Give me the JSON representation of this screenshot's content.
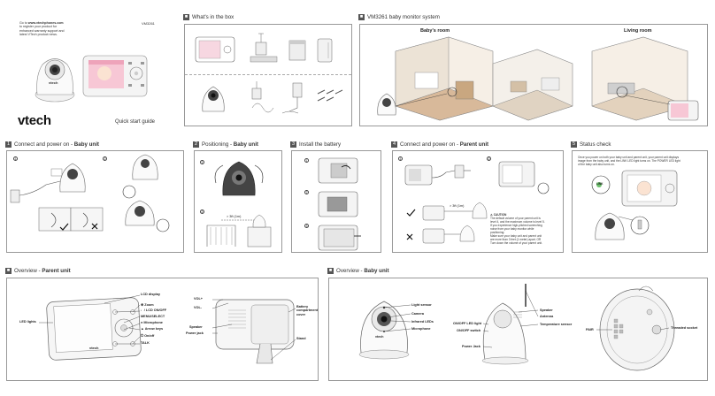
{
  "intro": {
    "line1_prefix": "Go to ",
    "url": "www.vtechphones.com",
    "line2": "to register your product for",
    "line3": "enhanced warranty support and",
    "line4": "latest VTech product news."
  },
  "model": "VM3261",
  "brand": "vtech",
  "guide_title": "Quick start guide",
  "sections": {
    "in_box": {
      "num": "",
      "title": "What's in the box"
    },
    "system": {
      "num": "",
      "title": "VM3261 baby monitor system",
      "babys_room": "Baby's room",
      "living_room": "Living room"
    },
    "s1": {
      "num": "1",
      "title_plain": "Connect and power on - ",
      "title_bold": "Baby unit"
    },
    "s2": {
      "num": "2",
      "title_plain": "Positioning - ",
      "title_bold": "Baby unit",
      "distance": "> 3ft (1m)"
    },
    "s3": {
      "num": "3",
      "title_plain": "Install the battery"
    },
    "s4": {
      "num": "4",
      "title_plain": "Connect and power on - ",
      "title_bold": "Parent unit",
      "caution_title": "CAUTION",
      "caution_lines": [
        "The default volume of your parent unit is",
        "level 4, and the maximum volume is level 5.",
        "If you experience high-pitched screeching",
        "noise from your baby monitor while",
        "positioning:",
        "Make sure your baby unit and parent unit",
        "are more than 3 feet (1 meter) apart. OR",
        "Turn down the volume of your parent unit."
      ],
      "distance": "> 3ft (1m)"
    },
    "s5": {
      "num": "5",
      "title_plain": "Status check",
      "text_lines": [
        "Once you power on both your baby unit and parent unit, your parent unit displays",
        "image from the baby unit, and the LINK LED light turns on. The POWER LED light",
        "of the baby unit also turns on."
      ],
      "link_label": "LINK"
    },
    "s6": {
      "num": "",
      "title_plain": "Overview - ",
      "title_bold": "Parent unit"
    },
    "s7": {
      "num": "",
      "title_plain": "Overview - ",
      "title_bold": "Baby unit"
    }
  },
  "parent_labels": {
    "lcd_display": "LCD display",
    "zoom": "Zoom",
    "lcd_onoff": "/ LCD ON/OFF",
    "menu_select": "MENU/SELECT",
    "microphone": "Microphone",
    "arrow_keys": "Arrow keys",
    "onoff": "On/off",
    "talk": "TALK",
    "led_lights": "LED lights",
    "vol_plus": "VOL+",
    "vol_minus": "VOL-",
    "speaker": "Speaker",
    "power_jack": "Power jack",
    "battery_cover": "Battery compartment cover",
    "stand": "Stand",
    "screen_brand": "vtech"
  },
  "baby_labels": {
    "light_sensor": "Light sensor",
    "camera": "Camera",
    "infrared_leds": "Infrared LEDs",
    "microphone": "Microphone",
    "speaker": "Speaker",
    "antenna": "Antenna",
    "temperature_sensor": "Temperature sensor",
    "onoff_led": "ON/OFF LED light",
    "onoff_switch": "ON/OFF switch",
    "power_jack": "Power Jack",
    "pair": "PAIR",
    "threaded_socket": "Threaded socket",
    "body_brand": "vtech"
  },
  "colors": {
    "header_num_bg": "#555555",
    "line": "#999999",
    "accent_pink": "#e88aa8"
  }
}
